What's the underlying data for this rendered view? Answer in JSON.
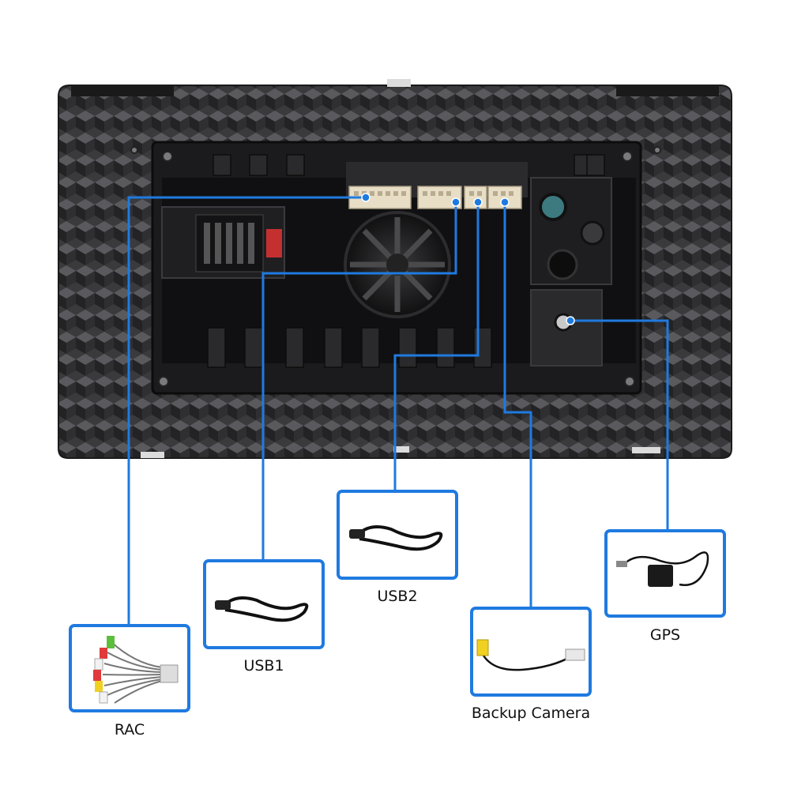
{
  "accessories": [
    {
      "id": "rac",
      "label": "RAC",
      "icon": "rca-harness-icon"
    },
    {
      "id": "usb1",
      "label": "USB1",
      "icon": "usb-cable-icon"
    },
    {
      "id": "usb2",
      "label": "USB2",
      "icon": "usb-cable-icon"
    },
    {
      "id": "backup-camera",
      "label": "Backup Camera",
      "icon": "rca-yellow-cable-icon"
    },
    {
      "id": "gps",
      "label": "GPS",
      "icon": "gps-antenna-icon"
    }
  ],
  "colors": {
    "line": "#1f7ae0",
    "box_border": "#1f7ae0",
    "chassis": "#2b2b2d",
    "panel": "#151517",
    "connector": "#e6dcc3"
  }
}
